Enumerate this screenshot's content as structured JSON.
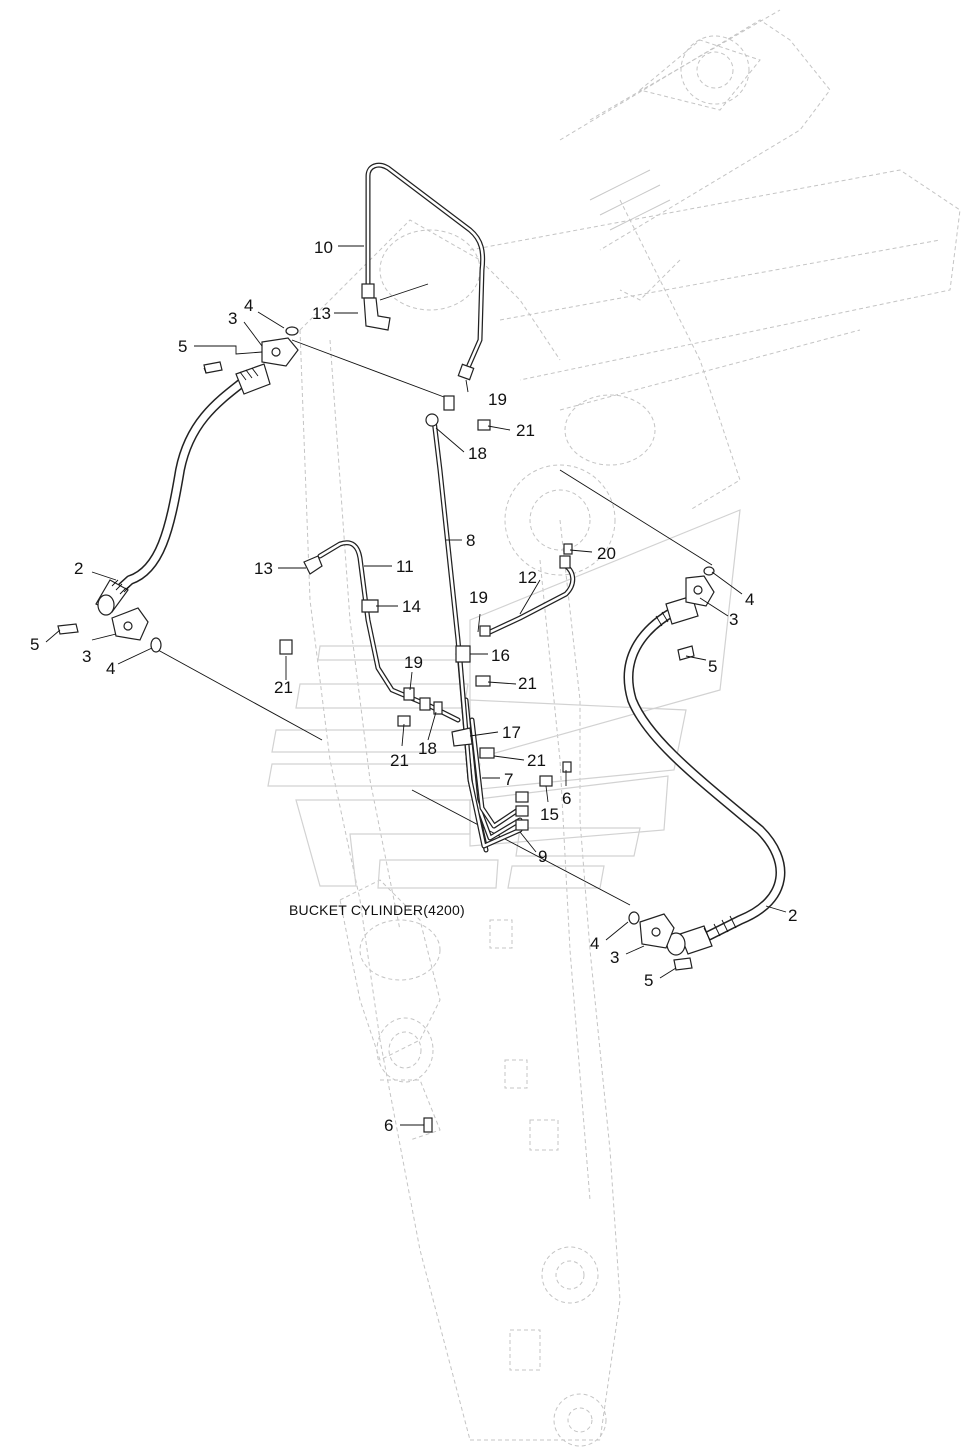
{
  "caption": "BUCKET CYLINDER(4200)",
  "callouts": [
    {
      "id": "c10a",
      "text": "10"
    },
    {
      "id": "c13a",
      "text": "13"
    },
    {
      "id": "c4a",
      "text": "4"
    },
    {
      "id": "c3a",
      "text": "3"
    },
    {
      "id": "c5a",
      "text": "5"
    },
    {
      "id": "c19a",
      "text": "19"
    },
    {
      "id": "c21a",
      "text": "21"
    },
    {
      "id": "c18a",
      "text": "18"
    },
    {
      "id": "c8",
      "text": "8"
    },
    {
      "id": "c20",
      "text": "20"
    },
    {
      "id": "c2a",
      "text": "2"
    },
    {
      "id": "c13b",
      "text": "13"
    },
    {
      "id": "c11",
      "text": "11"
    },
    {
      "id": "c12",
      "text": "12"
    },
    {
      "id": "c4b",
      "text": "4"
    },
    {
      "id": "c3b",
      "text": "3"
    },
    {
      "id": "c14",
      "text": "14"
    },
    {
      "id": "c19b",
      "text": "19"
    },
    {
      "id": "c5b",
      "text": "5"
    },
    {
      "id": "c3c",
      "text": "3"
    },
    {
      "id": "c4c",
      "text": "4"
    },
    {
      "id": "c5c",
      "text": "5"
    },
    {
      "id": "c16",
      "text": "16"
    },
    {
      "id": "c21b",
      "text": "21"
    },
    {
      "id": "c19c",
      "text": "19"
    },
    {
      "id": "c21c",
      "text": "21"
    },
    {
      "id": "c17",
      "text": "17"
    },
    {
      "id": "c21d",
      "text": "21"
    },
    {
      "id": "c18b",
      "text": "18"
    },
    {
      "id": "c21e",
      "text": "21"
    },
    {
      "id": "c7",
      "text": "7"
    },
    {
      "id": "c6a",
      "text": "6"
    },
    {
      "id": "c15",
      "text": "15"
    },
    {
      "id": "c9",
      "text": "9"
    },
    {
      "id": "c2b",
      "text": "2"
    },
    {
      "id": "c4d",
      "text": "4"
    },
    {
      "id": "c3d",
      "text": "3"
    },
    {
      "id": "c5d",
      "text": "5"
    },
    {
      "id": "c6b",
      "text": "6"
    }
  ]
}
